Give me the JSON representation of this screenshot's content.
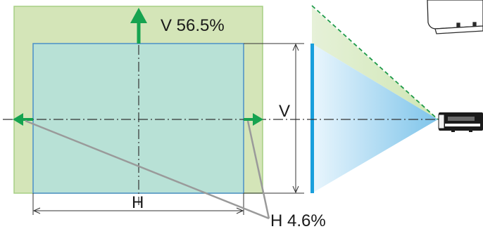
{
  "labels": {
    "vertical_shift": "V 56.5%",
    "vertical_dimension": "V",
    "horizontal_dimension": "H",
    "horizontal_shift": "H 4.6%"
  },
  "shift": {
    "vertical_percent": 56.5,
    "horizontal_percent": 4.6
  },
  "colors": {
    "shift_area_fill": "#d4e5b8",
    "shift_area_border": "#a6cf84",
    "screen_fill": "#b8e1d6",
    "screen_border": "#4a90c8",
    "shift_arrow": "#16a350",
    "screen_bar": "#1a9fdc",
    "beam": "#7ec4ea",
    "beam_shift": "#cfe6b4",
    "dashed_boundary": "#1f9a49",
    "callout_line": "#9a9a9a",
    "dimension_line": "#333333",
    "projector_body": "#1b1b1b"
  },
  "icons": {
    "shift_arrow": "arrow-icon",
    "projector_side": "projector-side-icon",
    "projector_raised": "projector-raised-icon"
  }
}
